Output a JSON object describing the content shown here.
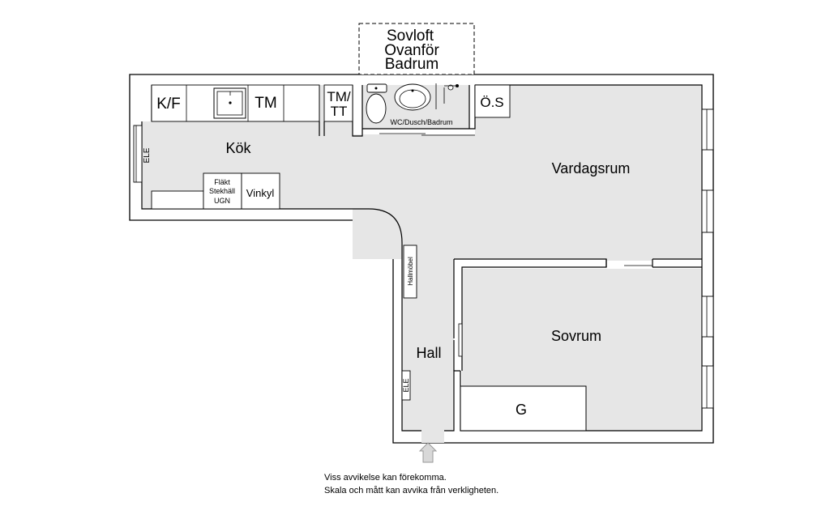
{
  "floorplan": {
    "rooms": {
      "sovloft": [
        "Sovloft",
        "Ovanför",
        "Badrum"
      ],
      "kok": "Kök",
      "vardagsrum": "Vardagsrum",
      "sovrum": "Sovrum",
      "hall": "Hall",
      "wc": "WC/Dusch/Badrum"
    },
    "fixtures": {
      "kf": "K/F",
      "tm": "TM",
      "tm_tt": [
        "TM/",
        "TT"
      ],
      "os": "Ö.S",
      "ele_kitchen": "ELE",
      "ele_hall": "ELE",
      "stove": [
        "Fläkt",
        "Stekhäll",
        "UGN"
      ],
      "vinkyl": "Vinkyl",
      "hallmobel": "Hallmöbel",
      "garderob": "G"
    }
  },
  "disclaimer": {
    "line1": "Viss avvikelse kan förekomma.",
    "line2": "Skala och mått kan avvika från verkligheten."
  }
}
